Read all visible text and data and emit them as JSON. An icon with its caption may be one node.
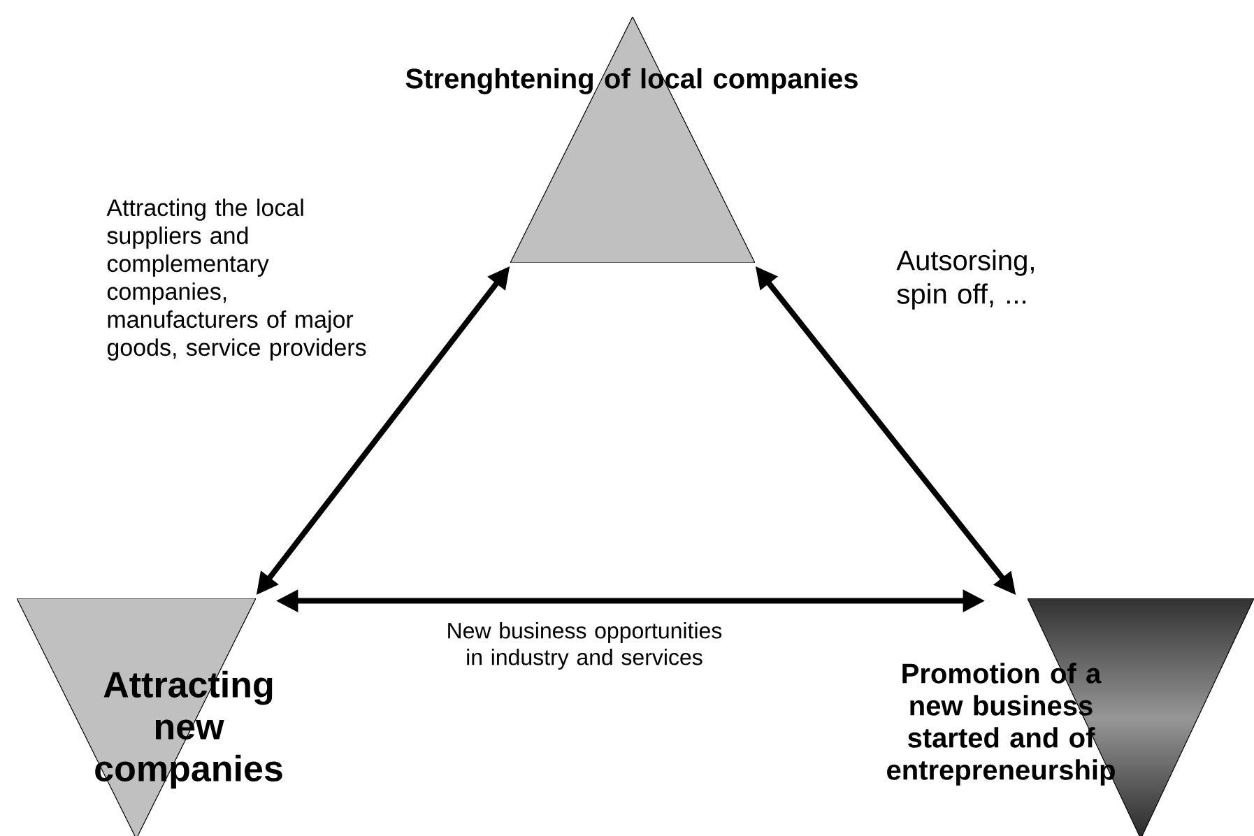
{
  "diagram": {
    "nodes": [
      {
        "text": [
          "Strenghtening of local companies"
        ]
      },
      {
        "text": [
          "Attracting new companies"
        ]
      },
      {
        "text": [
          "Promotion of a new business started and of entrepreneurship"
        ]
      }
    ],
    "edges": [
      {
        "from": 0,
        "to": 1,
        "arrow": "both",
        "label": "Attracting the local suppliers and complementary companies, manufacturers of major goods, service providers"
      },
      {
        "from": 0,
        "to": 2,
        "arrow": "both",
        "label": "Autsorsing, spin off, ..."
      },
      {
        "from": 1,
        "to": 2,
        "arrow": "both",
        "label": "New business opportunities in industry and services"
      }
    ]
  }
}
